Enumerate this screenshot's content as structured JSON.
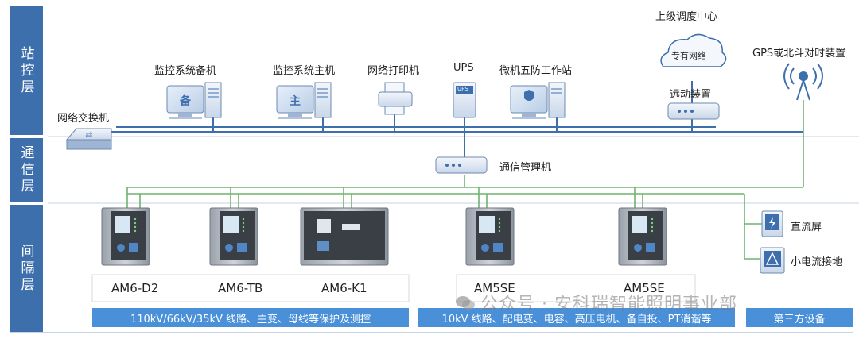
{
  "layers": {
    "station": "站控层",
    "comm": "通信层",
    "bay": "间隔层"
  },
  "station_devices": {
    "backup_host": "监控系统备机",
    "backup_screen_char": "备",
    "main_host": "监控系统主机",
    "main_screen_char": "主",
    "printer": "网络打印机",
    "ups": "UPS",
    "ups_badge": "UPS",
    "five_prevention": "微机五防工作站",
    "switch": "网络交换机",
    "dispatch_center": "上级调度中心",
    "private_network": "专有网络",
    "remote_device": "远动装置",
    "gps": "GPS或北斗对时装置"
  },
  "comm_devices": {
    "manager": "通信管理机"
  },
  "bay_devices": {
    "relays": [
      "AM6-D2",
      "AM6-TB",
      "AM6-K1",
      "AM5SE",
      "AM5SE"
    ],
    "dc_screen": "直流屏",
    "small_current": "小电流接地"
  },
  "banners": {
    "hv": "110kV/66kV/35kV 线路、主变、母线等保护及测控",
    "lv": "10kV 线路、配电变、电容、高压电机、备自投、PT消谐等",
    "third_party": "第三方设备"
  },
  "watermark": "公众号 · 安科瑞智能照明事业部",
  "colors": {
    "layer_bar": "#3e6fad",
    "bus_line": "#3e6fad",
    "field_line": "#6fb36f",
    "banner": "#4a90d9",
    "device_panel": "#a8aeb6"
  }
}
